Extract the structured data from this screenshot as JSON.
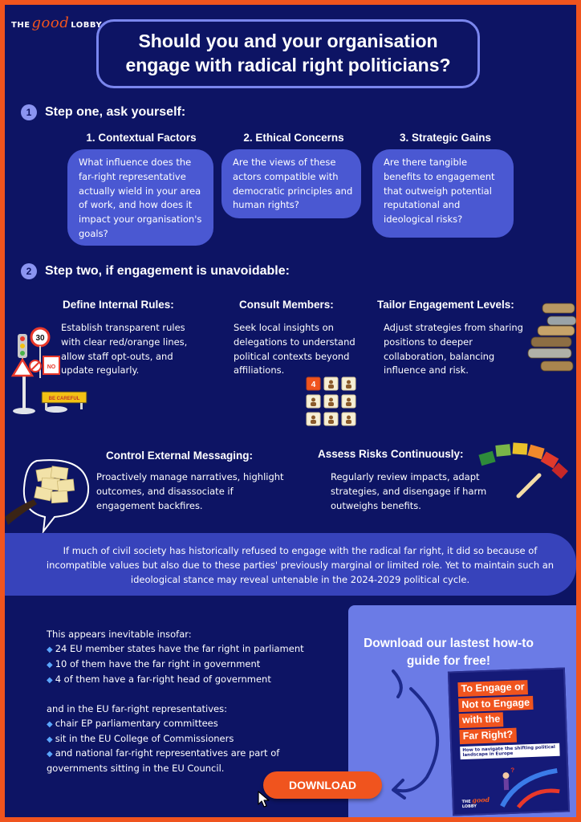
{
  "brand": {
    "the": "THE",
    "good": "good",
    "lobby": "LOBBY"
  },
  "title": {
    "line1": "Should you and your organisation",
    "line2": "engage with radical right politicians?"
  },
  "step1": {
    "number": "1",
    "heading": "Step one, ask yourself:",
    "columns": [
      {
        "title": "1. Contextual Factors",
        "text": "What influence does the far-right representative actually wield in your area of work, and how does it impact your organisation's goals?"
      },
      {
        "title": "2. Ethical Concerns",
        "text": "Are the views of these actors compatible with democratic principles and human rights?"
      },
      {
        "title": "3. Strategic Gains",
        "text": "Are there tangible benefits to engagement that outweigh potential reputational and ideological risks?"
      }
    ]
  },
  "step2": {
    "number": "2",
    "heading": "Step two, if engagement is unavoidable:",
    "items": [
      {
        "title": "Define Internal Rules:",
        "text": "Establish transparent rules with clear red/orange lines, allow staff opt-outs, and update regularly."
      },
      {
        "title": "Consult Members:",
        "text": "Seek local insights on delegations to understand political contexts beyond affiliations."
      },
      {
        "title": "Tailor Engagement Levels:",
        "text": "Adjust strategies from sharing positions to deeper collaboration, balancing influence and risk."
      },
      {
        "title": "Control External Messaging:",
        "text": "Proactively manage narratives, highlight outcomes, and disassociate if engagement backfires."
      },
      {
        "title": "Assess Risks Continuously:",
        "text": "Regularly review impacts, adapt strategies, and disengage if harm outweighs benefits."
      }
    ]
  },
  "illustrations": {
    "signs": {
      "sign30": "30",
      "sign_no": "NO",
      "caution": "BE CAREFUL"
    },
    "cubes_label": "4"
  },
  "band_text": "If much of civil society has historically refused to engage with the radical far right, it did so because of incompatible values but also due to these parties' previously marginal or limited role. Yet to maintain such an ideological stance may reveal untenable in the 2024-2029 political cycle.",
  "stats": {
    "intro": "This appears inevitable insofar:",
    "list1": [
      "24 EU member states have the far right in parliament",
      "10 of them have the far right in government",
      "4 of them have a far-right head of government"
    ],
    "intro2": "and in the EU far-right representatives:",
    "list2": [
      "chair EP parliamentary committees",
      "sit in the EU College of Commissioners",
      "and national far-right representatives are part of governments sitting in the EU Council."
    ]
  },
  "download": {
    "heading": "Download our lastest how-to guide for free!",
    "button": "DOWNLOAD",
    "book": {
      "title_lines": [
        "To Engage or",
        "Not to Engage",
        "with the",
        "Far Right?"
      ],
      "subtitle": "How to navigate the shifting political landscape in Europe"
    }
  },
  "colors": {
    "accent": "#f0541e",
    "background": "#0d1464",
    "bubble": "#4a58d2",
    "panel": "#6b7be6"
  }
}
